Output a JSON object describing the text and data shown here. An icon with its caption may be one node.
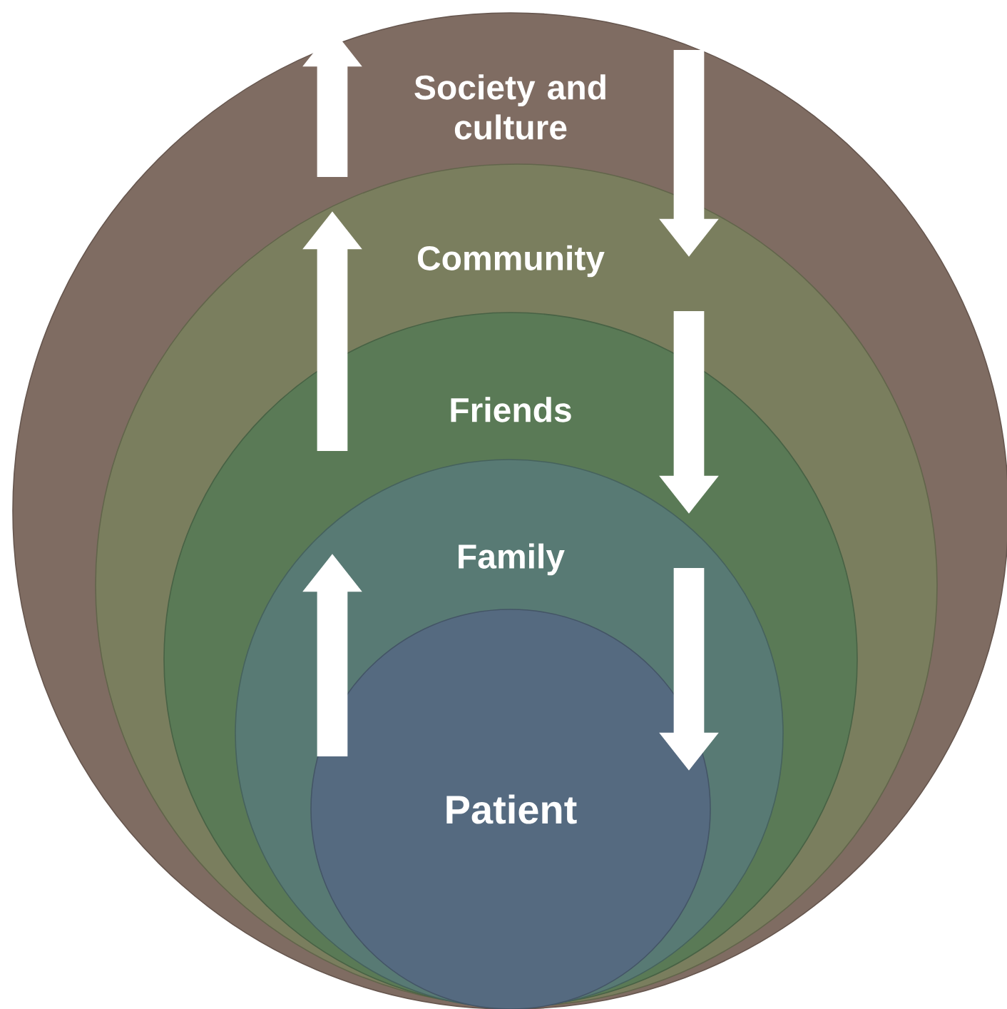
{
  "diagram": {
    "nodes": [
      {
        "text": [
          "Society and culture"
        ]
      },
      {
        "text": [
          "Community"
        ],
        "in": 0
      },
      {
        "text": [
          "Friends"
        ],
        "in": 1
      },
      {
        "text": [
          "Family"
        ],
        "in": 2
      },
      {
        "text": [
          "Patient"
        ],
        "in": 3
      }
    ],
    "edges": [
      {
        "from": 4,
        "to": 3,
        "arrow": "to"
      },
      {
        "from": 2,
        "to": 1,
        "arrow": "to"
      },
      {
        "from": 1,
        "to": 0,
        "arrow": "to"
      },
      {
        "from": 0,
        "to": 1,
        "arrow": "to"
      },
      {
        "from": 2,
        "to": 3,
        "arrow": "to"
      },
      {
        "from": 3,
        "to": 4,
        "arrow": "to"
      }
    ]
  }
}
